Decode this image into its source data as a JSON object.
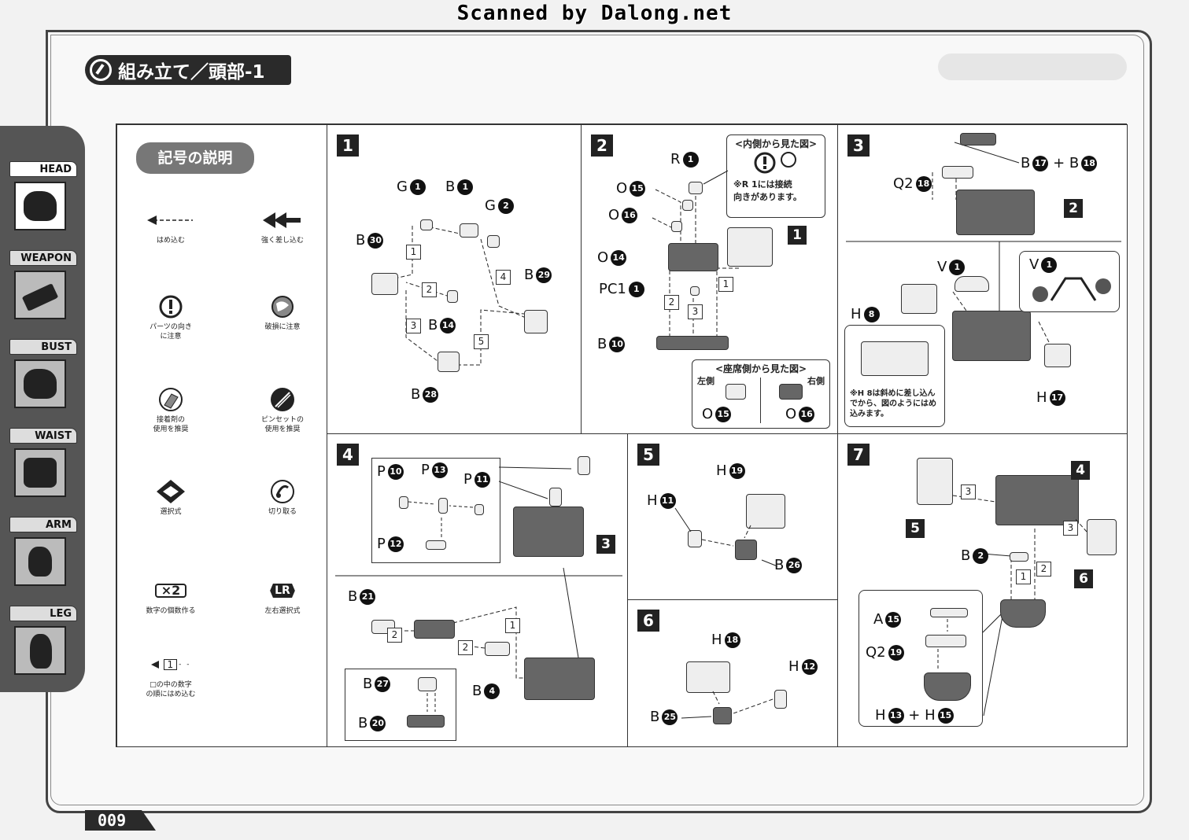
{
  "scan_credit": "Scanned by Dalong.net",
  "header": {
    "title": "組み立て／頭部-1"
  },
  "page_number": "009",
  "sidebar": {
    "tabs": [
      {
        "label": "HEAD",
        "active": true
      },
      {
        "label": "WEAPON",
        "active": false
      },
      {
        "label": "BUST",
        "active": false
      },
      {
        "label": "WAIST",
        "active": false
      },
      {
        "label": "ARM",
        "active": false
      },
      {
        "label": "LEG",
        "active": false
      }
    ]
  },
  "legend": {
    "title": "記号の説明",
    "symbols": [
      {
        "icon": "dashed-arrow-icon",
        "label": "はめ込む"
      },
      {
        "icon": "double-arrow-icon",
        "label": "強く差し込む"
      },
      {
        "icon": "exclamation-icon",
        "label": "パーツの向き\nに注意"
      },
      {
        "icon": "globe-break-icon",
        "label": "破損に注意"
      },
      {
        "icon": "glue-icon",
        "label": "接着剤の\n使用を推奨"
      },
      {
        "icon": "tweezers-icon",
        "label": "ピンセットの\n使用を推奨"
      },
      {
        "icon": "choice-icon",
        "label": "選択式"
      },
      {
        "icon": "cut-icon",
        "label": "切り取る"
      },
      {
        "icon": "multiply-icon",
        "glyph": "×2",
        "label": "数字の個数作る"
      },
      {
        "icon": "left-right-icon",
        "glyph": "LR",
        "label": "左右選択式"
      },
      {
        "icon": "order-number-icon",
        "glyph": "1",
        "label": "□の中の数字\nの順にはめ込む"
      }
    ]
  },
  "steps": {
    "s1": {
      "num": "1",
      "parts": [
        {
          "id": "g1",
          "letter": "G",
          "n": "1"
        },
        {
          "id": "b1",
          "letter": "B",
          "n": "1"
        },
        {
          "id": "g2",
          "letter": "G",
          "n": "2"
        },
        {
          "id": "b30",
          "letter": "B",
          "n": "30"
        },
        {
          "id": "b29",
          "letter": "B",
          "n": "29"
        },
        {
          "id": "b14",
          "letter": "B",
          "n": "14"
        },
        {
          "id": "b28",
          "letter": "B",
          "n": "28"
        }
      ],
      "order": [
        "1",
        "2",
        "3",
        "4",
        "5"
      ]
    },
    "s2": {
      "num": "2",
      "inner_view": {
        "title": "<内側から見た図>",
        "note": "※R 1には接続\n向きがあります。",
        "badge": "1"
      },
      "seat_view": {
        "title": "<座席側から見た図>",
        "left": "左側",
        "right": "右側"
      },
      "parts": [
        {
          "id": "r1",
          "letter": "R",
          "n": "1"
        },
        {
          "id": "o15",
          "letter": "O",
          "n": "15"
        },
        {
          "id": "o16",
          "letter": "O",
          "n": "16"
        },
        {
          "id": "o14",
          "letter": "O",
          "n": "14"
        },
        {
          "id": "pc1",
          "letter": "PC1",
          "n": "1"
        },
        {
          "id": "b10",
          "letter": "B",
          "n": "10"
        },
        {
          "id": "o15b",
          "letter": "O",
          "n": "15"
        },
        {
          "id": "o16b",
          "letter": "O",
          "n": "16"
        }
      ],
      "order": [
        "1",
        "2",
        "3"
      ],
      "ref": "1"
    },
    "s3": {
      "num": "3",
      "parts": [
        {
          "id": "b17",
          "letter": "B",
          "n": "17"
        },
        {
          "id": "b18",
          "letter": "B",
          "n": "18"
        },
        {
          "id": "q218",
          "letter": "Q2",
          "n": "18"
        },
        {
          "id": "v1",
          "letter": "V",
          "n": "1"
        },
        {
          "id": "v1b",
          "letter": "V",
          "n": "1"
        },
        {
          "id": "h8",
          "letter": "H",
          "n": "8"
        },
        {
          "id": "h17",
          "letter": "H",
          "n": "17"
        }
      ],
      "plus": "+",
      "ref": "2",
      "note": "※H 8は斜めに差し込ん\nでから、図のようにはめ\n込みます。"
    },
    "s4": {
      "num": "4",
      "parts": [
        {
          "id": "p10",
          "letter": "P",
          "n": "10"
        },
        {
          "id": "p13",
          "letter": "P",
          "n": "13"
        },
        {
          "id": "p11",
          "letter": "P",
          "n": "11"
        },
        {
          "id": "p12",
          "letter": "P",
          "n": "12"
        },
        {
          "id": "b21",
          "letter": "B",
          "n": "21"
        },
        {
          "id": "b27",
          "letter": "B",
          "n": "27"
        },
        {
          "id": "b20",
          "letter": "B",
          "n": "20"
        },
        {
          "id": "b4",
          "letter": "B",
          "n": "4"
        }
      ],
      "order": [
        "1",
        "2",
        "2"
      ],
      "ref": "3"
    },
    "s5": {
      "num": "5",
      "parts": [
        {
          "id": "h19",
          "letter": "H",
          "n": "19"
        },
        {
          "id": "h11",
          "letter": "H",
          "n": "11"
        },
        {
          "id": "b26",
          "letter": "B",
          "n": "26"
        }
      ]
    },
    "s6": {
      "num": "6",
      "parts": [
        {
          "id": "h18",
          "letter": "H",
          "n": "18"
        },
        {
          "id": "h12",
          "letter": "H",
          "n": "12"
        },
        {
          "id": "b25",
          "letter": "B",
          "n": "25"
        }
      ]
    },
    "s7": {
      "num": "7",
      "parts": [
        {
          "id": "b2",
          "letter": "B",
          "n": "2"
        },
        {
          "id": "a15",
          "letter": "A",
          "n": "15"
        },
        {
          "id": "q219",
          "letter": "Q2",
          "n": "19"
        },
        {
          "id": "h13",
          "letter": "H",
          "n": "13"
        },
        {
          "id": "h15",
          "letter": "H",
          "n": "15"
        }
      ],
      "plus": "+",
      "refs": [
        "4",
        "5",
        "6"
      ],
      "order": [
        "3",
        "3",
        "1",
        "2"
      ]
    }
  }
}
